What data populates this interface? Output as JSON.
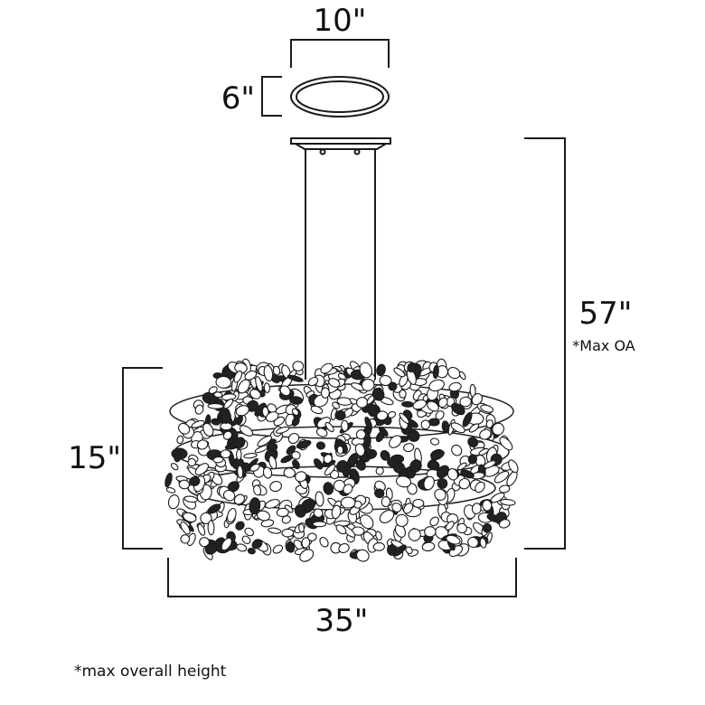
{
  "dimensions": {
    "canopy_width": "10\"",
    "canopy_depth": "6\"",
    "overall_height": "57\"",
    "overall_height_note": "*Max OA",
    "fixture_height": "15\"",
    "fixture_width": "35\""
  },
  "footnote": "*max overall height"
}
